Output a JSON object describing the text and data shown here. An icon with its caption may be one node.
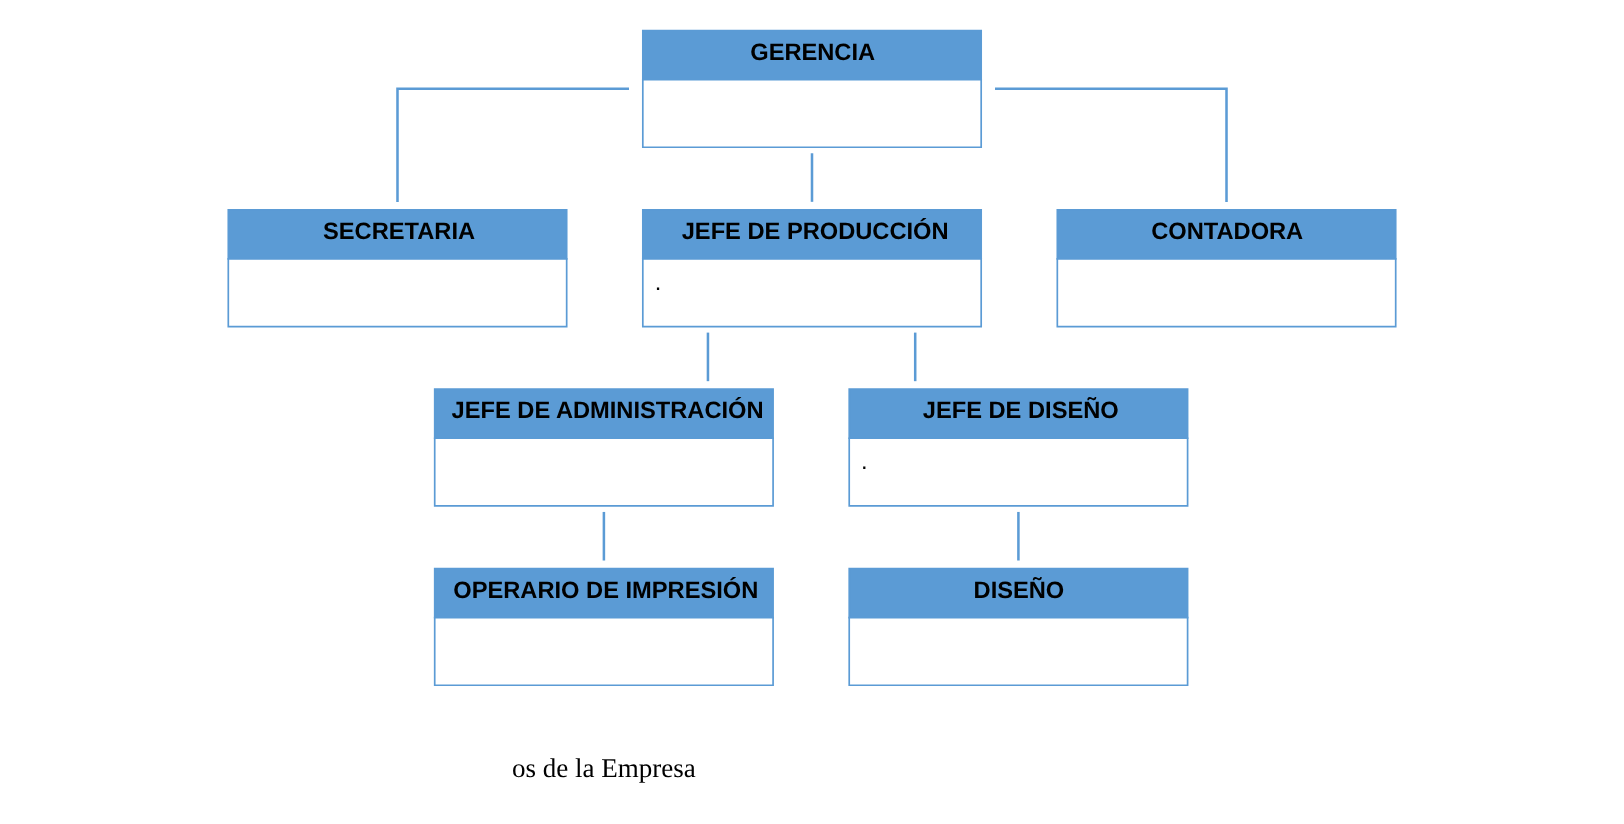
{
  "diagram": {
    "nodes": [
      {
        "text": [
          "GERENCIA"
        ]
      },
      {
        "text": [
          "SECRETARIA"
        ]
      },
      {
        "text": [
          "JEFE DE PRODUCCIÓN",
          "."
        ]
      },
      {
        "text": [
          "CONTADORA"
        ]
      },
      {
        "text": [
          "JEFE DE ADMINISTRACIÓN"
        ]
      },
      {
        "text": [
          "JEFE DE DISEÑO",
          "."
        ]
      },
      {
        "text": [
          "OPERARIO DE IMPRESIÓN"
        ]
      },
      {
        "text": [
          "DISEÑO"
        ]
      }
    ],
    "edges": [
      {
        "from": 0,
        "to": 1,
        "arrow": "none"
      },
      {
        "from": 0,
        "to": 2,
        "arrow": "none"
      },
      {
        "from": 0,
        "to": 3,
        "arrow": "none"
      },
      {
        "from": 2,
        "to": 4,
        "arrow": "none"
      },
      {
        "from": 2,
        "to": 5,
        "arrow": "none"
      },
      {
        "from": 4,
        "to": 6,
        "arrow": "none"
      },
      {
        "from": 5,
        "to": 7,
        "arrow": "none"
      }
    ],
    "labels": [
      "os de la Empresa"
    ]
  }
}
